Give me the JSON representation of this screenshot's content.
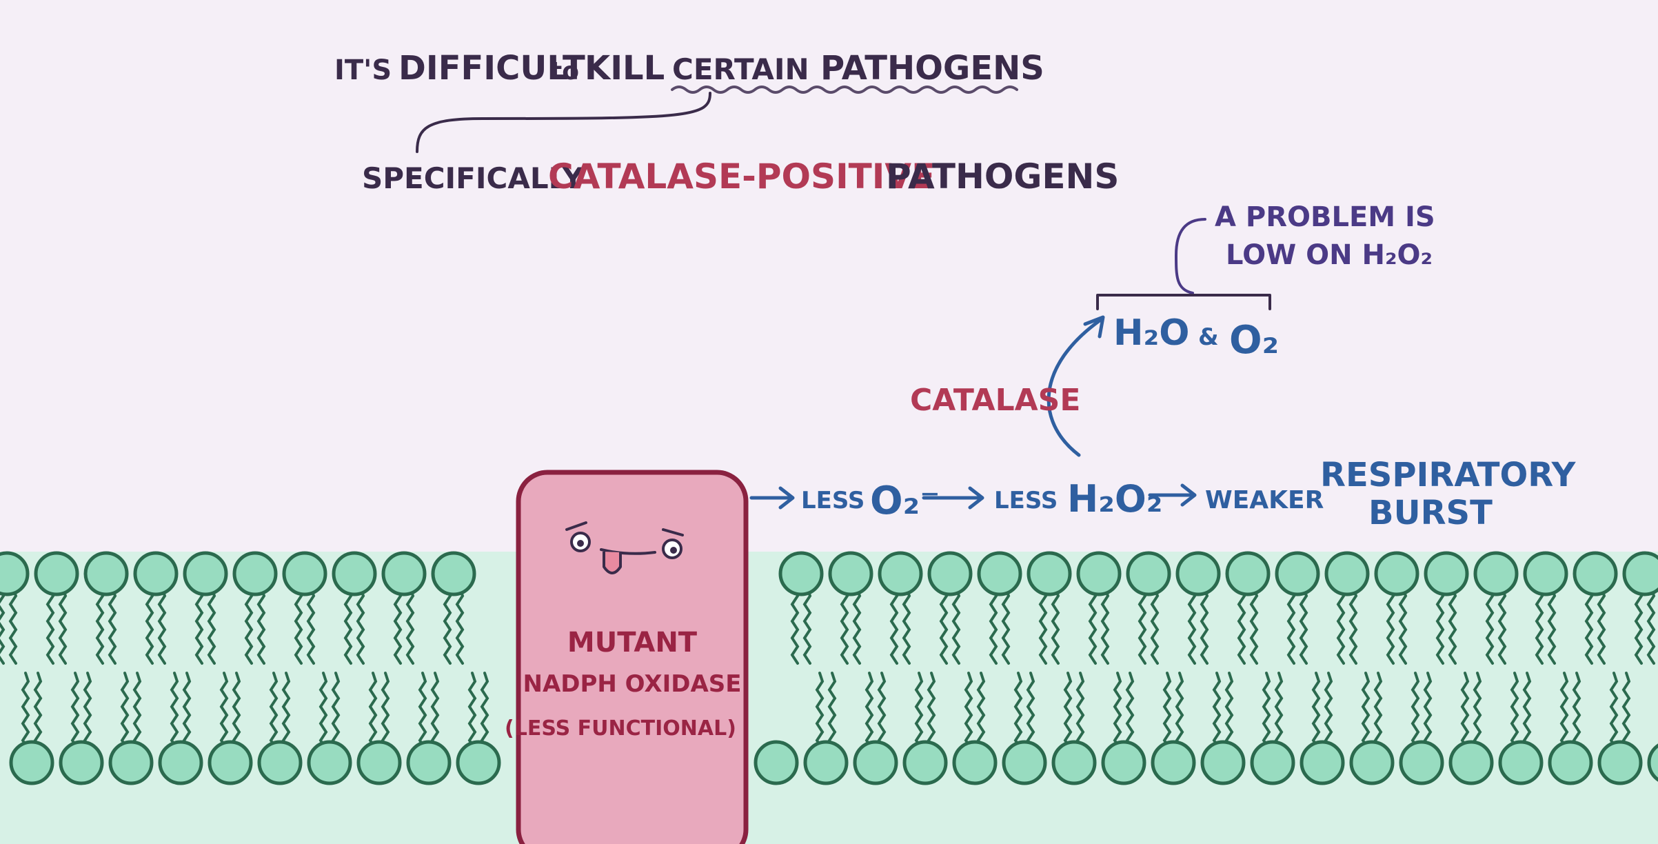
{
  "title": {
    "line1": {
      "its": "IT'S",
      "difficult": "DIFFICULT",
      "to": "to",
      "kill": "KILL",
      "certain": "CERTAIN",
      "pathogens": "PATHOGENS"
    },
    "line2": {
      "specifically": "SPECIFICALLY",
      "catalase_positive": "CATALASE-POSITIVE",
      "pathogens": "PATHOGENS"
    }
  },
  "note": {
    "line1": "A PROBLEM IS",
    "line2": "LOW ON H₂O₂"
  },
  "products": {
    "h2o": "H₂O",
    "amp": "&",
    "o2": "O₂"
  },
  "catalase_label": "CATALASE",
  "chain": {
    "less1": "LESS",
    "superoxide": "O₂⁻",
    "less2": "LESS",
    "h2o2": "H₂O₂",
    "weaker": "WEAKER",
    "burst1": "RESPIRATORY",
    "burst2": "BURST"
  },
  "protein": {
    "line1": "MUTANT",
    "line2": "NADPH OXIDASE",
    "line3": "(LESS FUNCTIONAL)"
  },
  "colors": {
    "background": "#f5eff7",
    "cytoplasm": "#d7f1e6",
    "lipid_head": "#98dcc0",
    "lipid_outline": "#2b6a4e",
    "protein_fill": "#e8a9bd",
    "protein_outline": "#8a2140",
    "arrow_blue": "#2f5fa0",
    "catalase_red": "#b23a55",
    "text_dark": "#3a2b4a"
  }
}
